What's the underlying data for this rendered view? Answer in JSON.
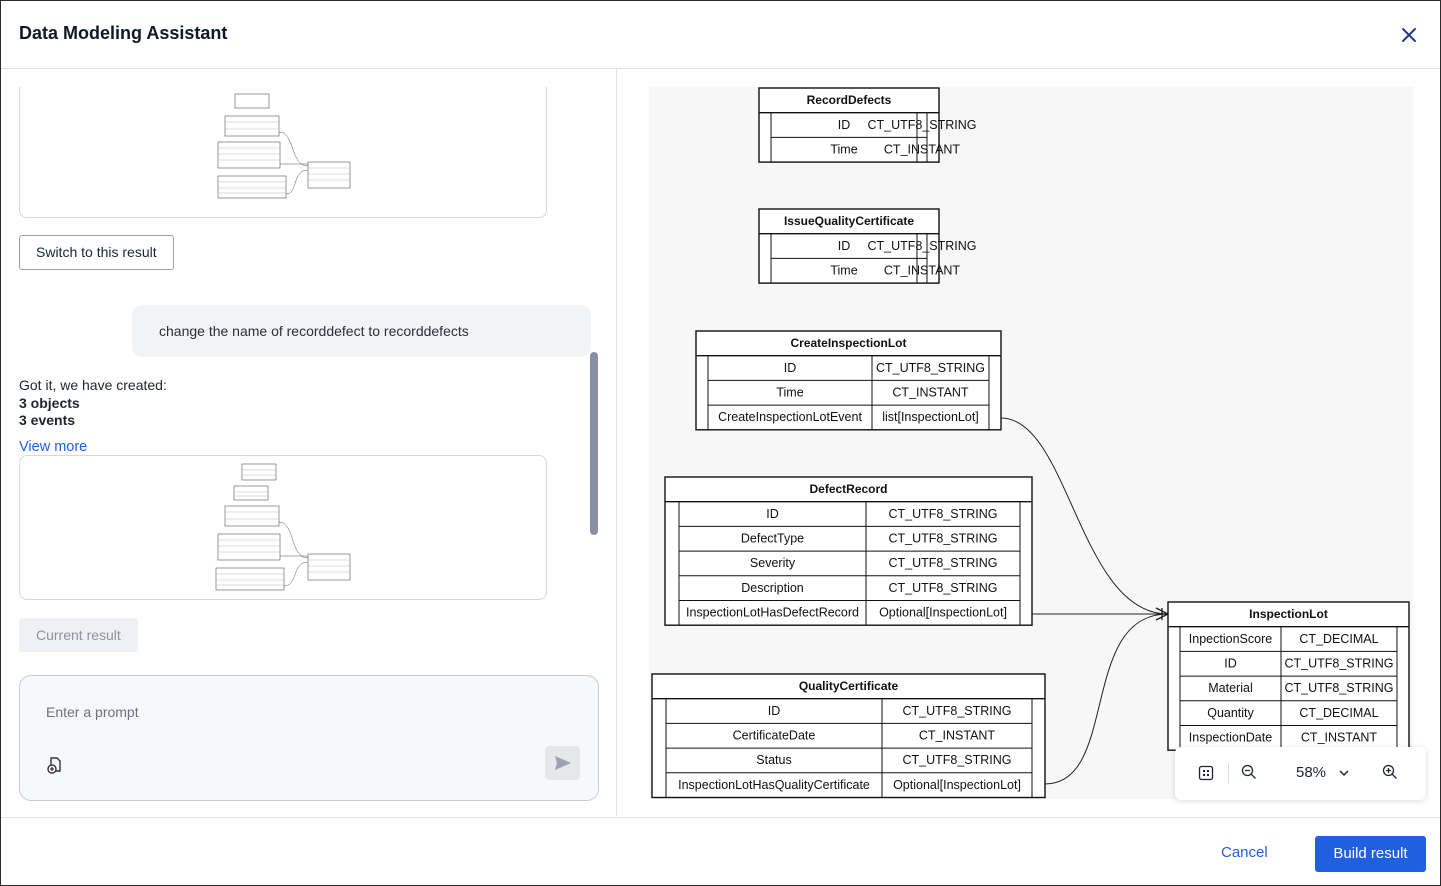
{
  "dialog": {
    "title": "Data Modeling Assistant"
  },
  "chat": {
    "switch_button": "Switch to this result",
    "user_message": "change the name of recorddefect to recorddefects",
    "assistant_intro": "Got it, we have created:",
    "objects_count": "3 objects",
    "events_count": "3 events",
    "view_more": "View more",
    "current_result": "Current result"
  },
  "prompt": {
    "placeholder": "Enter a prompt"
  },
  "diagram": {
    "tables": [
      {
        "name": "RecordDefects",
        "rows": [
          [
            "ID",
            "CT_UTF8_STRING"
          ],
          [
            "Time",
            "CT_INSTANT"
          ]
        ]
      },
      {
        "name": "IssueQualityCertificate",
        "rows": [
          [
            "ID",
            "CT_UTF8_STRING"
          ],
          [
            "Time",
            "CT_INSTANT"
          ]
        ]
      },
      {
        "name": "CreateInspectionLot",
        "rows": [
          [
            "ID",
            "CT_UTF8_STRING"
          ],
          [
            "Time",
            "CT_INSTANT"
          ],
          [
            "CreateInspectionLotEvent",
            "list[InspectionLot]"
          ]
        ]
      },
      {
        "name": "DefectRecord",
        "rows": [
          [
            "ID",
            "CT_UTF8_STRING"
          ],
          [
            "DefectType",
            "CT_UTF8_STRING"
          ],
          [
            "Severity",
            "CT_UTF8_STRING"
          ],
          [
            "Description",
            "CT_UTF8_STRING"
          ],
          [
            "InspectionLotHasDefectRecord",
            "Optional[InspectionLot]"
          ]
        ]
      },
      {
        "name": "QualityCertificate",
        "rows": [
          [
            "ID",
            "CT_UTF8_STRING"
          ],
          [
            "CertificateDate",
            "CT_INSTANT"
          ],
          [
            "Status",
            "CT_UTF8_STRING"
          ],
          [
            "InspectionLotHasQualityCertificate",
            "Optional[InspectionLot]"
          ]
        ]
      },
      {
        "name": "InspectionLot",
        "rows": [
          [
            "InpectionScore",
            "CT_DECIMAL"
          ],
          [
            "ID",
            "CT_UTF8_STRING"
          ],
          [
            "Material",
            "CT_UTF8_STRING"
          ],
          [
            "Quantity",
            "CT_DECIMAL"
          ],
          [
            "InspectionDate",
            "CT_INSTANT"
          ]
        ]
      }
    ]
  },
  "zoom": {
    "level": "58%"
  },
  "footer": {
    "cancel": "Cancel",
    "build": "Build result"
  }
}
